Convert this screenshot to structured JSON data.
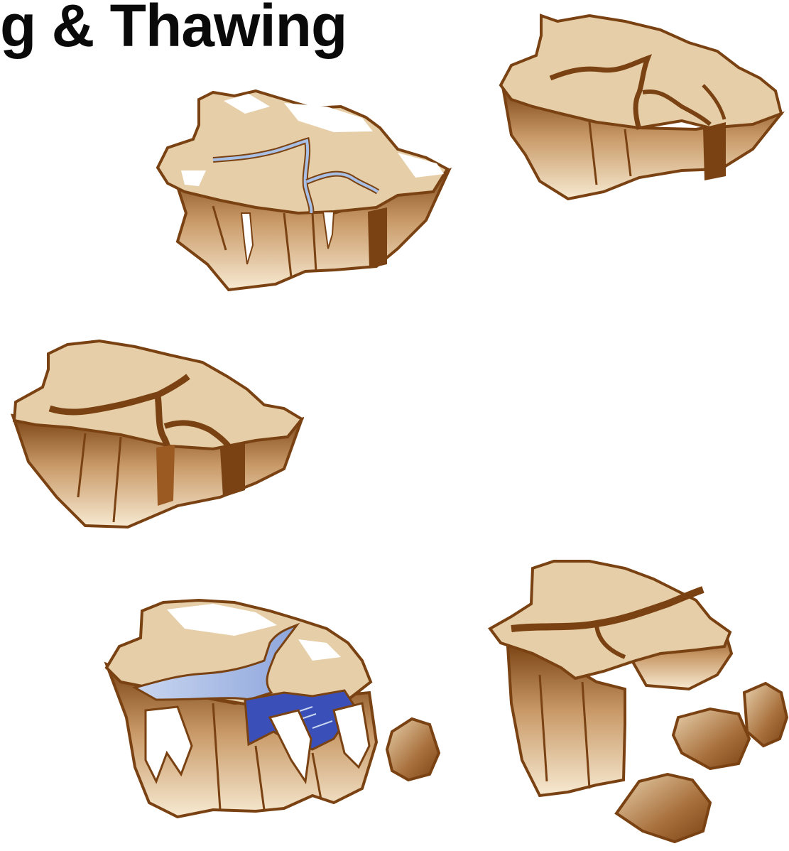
{
  "title": "g & Thawing",
  "colors": {
    "rock_top": "#e6cfa8",
    "rock_edge": "#7a4212",
    "rock_light": "#f7ead2",
    "ice": "#ffffff",
    "water_light": "#a8bfe6",
    "water_dark": "#3a4fb8",
    "background": "#ffffff"
  },
  "panels": [
    {
      "name": "frozen-rock",
      "icon": "rock-with-ice-in-cracks"
    },
    {
      "name": "cracked-rock-top-right",
      "icon": "rock-with-widened-cracks"
    },
    {
      "name": "cracked-rock-middle-left",
      "icon": "rock-with-cracks"
    },
    {
      "name": "breaking-rock-with-water",
      "icon": "rock-splitting-with-water-and-ice"
    },
    {
      "name": "shattered-rock",
      "icon": "rock-broken-into-fragments"
    }
  ]
}
